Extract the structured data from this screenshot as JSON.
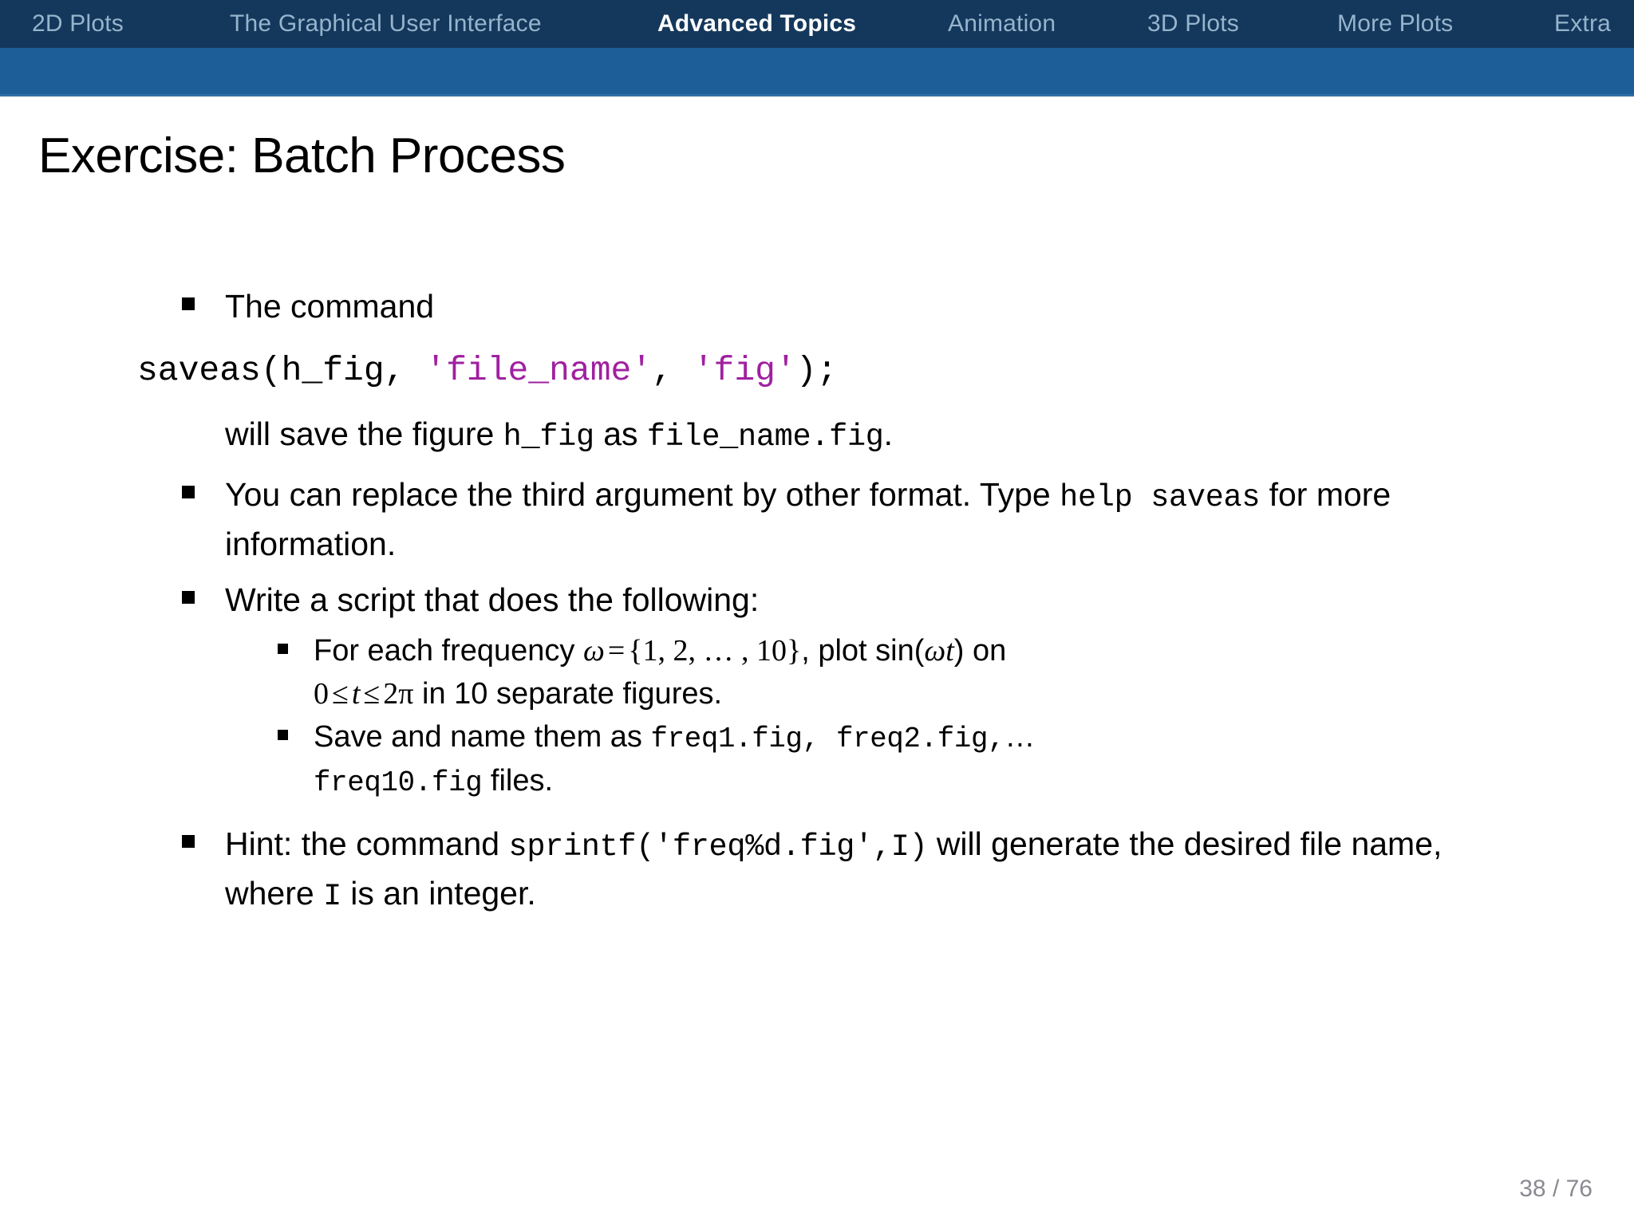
{
  "navigation": {
    "tabs": [
      {
        "label": "2D Plots",
        "active": false
      },
      {
        "label": "The Graphical User Interface",
        "active": false
      },
      {
        "label": "Advanced Topics",
        "active": true
      },
      {
        "label": "Animation",
        "active": false
      },
      {
        "label": "3D Plots",
        "active": false
      },
      {
        "label": "More Plots",
        "active": false
      },
      {
        "label": "Extra",
        "active": false
      }
    ],
    "colors": {
      "primary_band": "#14385c",
      "secondary_band": "#1d5d98",
      "tab_inactive": "#96b4cc",
      "tab_active": "#ffffff"
    }
  },
  "slide": {
    "title": "Exercise: Batch Process",
    "bullets": {
      "b1_lead": "The command",
      "b1_code": {
        "pre": "saveas(h_fig, ",
        "str1": "'file_name'",
        "mid": ", ",
        "str2": "'fig'",
        "post": ");"
      },
      "b1_tail_1": "will save the figure ",
      "b1_tail_code1": "h_fig",
      "b1_tail_2": " as ",
      "b1_tail_code2": "file_name.fig",
      "b1_tail_3": ".",
      "b2_1": "You can replace the third argument by other format. Type ",
      "b2_code": "help saveas",
      "b2_2": " for more information.",
      "b3": "Write a script that does the following:",
      "b3s1_1": "For each frequency ",
      "b3s1_omega": "ω",
      "b3s1_eq": "=",
      "b3s1_set": "{1, 2, … , 10}",
      "b3s1_2": ", plot sin(",
      "b3s1_omega2": "ωt",
      "b3s1_3": ") on",
      "b3s1_range_0": "0",
      "b3s1_le1": "≤",
      "b3s1_t": "t",
      "b3s1_le2": "≤",
      "b3s1_2pi": "2π",
      "b3s1_4": " in 10 separate figures.",
      "b3s2_1": "Save and name them as ",
      "b3s2_code1": "freq1.fig, freq2.fig,",
      "b3s2_dots": "…",
      "b3s2_code2": "freq10.fig",
      "b3s2_2": " files.",
      "b4_1": "Hint: the command ",
      "b4_code": "sprintf('freq%d.fig',I)",
      "b4_2": " will generate the desired file name, where ",
      "b4_code2": "I",
      "b4_3": " is an integer."
    },
    "string_color": "#a020a0"
  },
  "footer": {
    "page_indicator": "38 / 76"
  }
}
